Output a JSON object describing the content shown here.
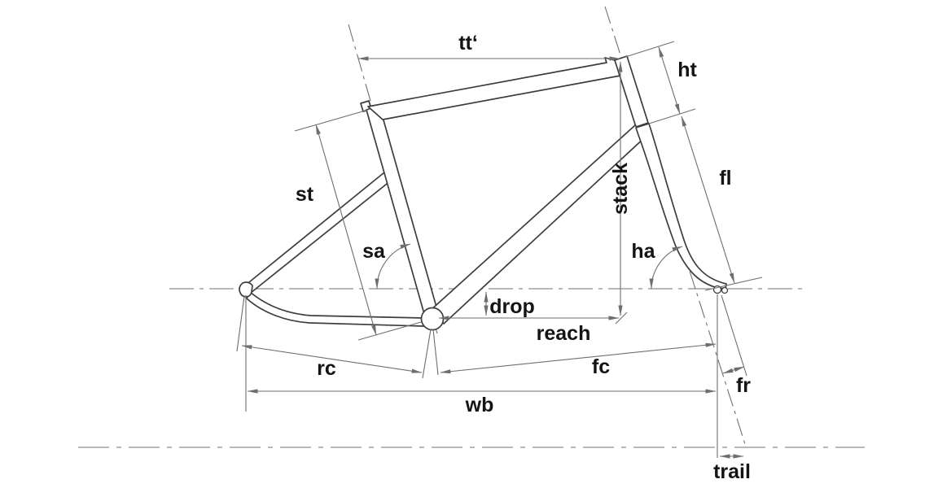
{
  "diagram": {
    "type": "bicycle-frame-geometry",
    "labels": {
      "tt": "tt‘",
      "ht": "ht",
      "st": "st",
      "fl": "fl",
      "stack": "stack",
      "sa": "sa",
      "ha": "ha",
      "drop": "drop",
      "reach": "reach",
      "rc": "rc",
      "fc": "fc",
      "wb": "wb",
      "fr": "fr",
      "trail": "trail"
    },
    "colors": {
      "background": "#ffffff",
      "frame_line": "#3d3d3d",
      "dimension_line": "#6e6e6e",
      "label_text": "#141414"
    }
  }
}
